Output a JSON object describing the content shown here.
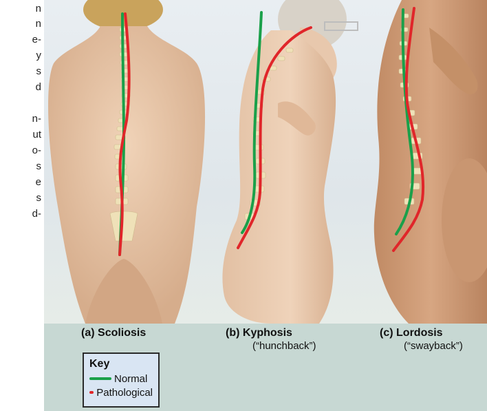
{
  "side_text_fragments": [
    "n",
    "n",
    "e-",
    "y",
    "s",
    "d",
    "n-",
    "ut",
    "o-",
    "s",
    "e",
    "s",
    "d-"
  ],
  "figures": [
    {
      "letter": "(a)",
      "name": "Scoliosis",
      "subtitle": ""
    },
    {
      "letter": "(b)",
      "name": "Kyphosis",
      "subtitle": "(“hunchback”)"
    },
    {
      "letter": "(c)",
      "name": "Lordosis",
      "subtitle": "(“swayback”)"
    }
  ],
  "key": {
    "title": "Key",
    "items": [
      {
        "label": "Normal",
        "color": "#1aa04a"
      },
      {
        "label": "Pathological",
        "color": "#e0262a"
      }
    ]
  },
  "colors": {
    "normal_line": "#1aa04a",
    "pathological_line": "#e0262a",
    "skin": "#e8c7a8",
    "skin_shade": "#c99f7e",
    "bone": "#efe1b8",
    "footer_band": "#c7d8d3",
    "key_box": "#d9e5f3"
  }
}
